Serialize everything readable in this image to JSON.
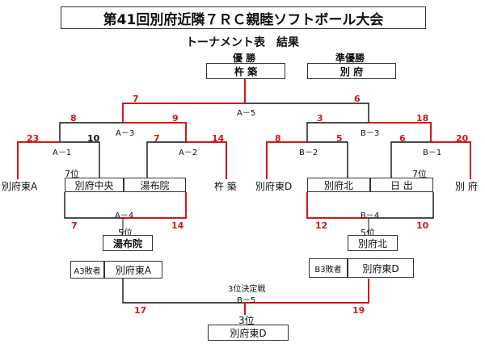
{
  "header": {
    "title": "第41回別府近隣７ＲＣ親睦ソフトボール大会",
    "subtitle": "トーナメント表　結果"
  },
  "results": {
    "winner_label": "優 勝",
    "winner": "杵 築",
    "runner_up_label": "準優勝",
    "runner_up": "別 府"
  },
  "teams": {
    "a1": "別府東A",
    "a2": "別府中央",
    "a3": "湯布院",
    "a4": "杵 築",
    "b1": "別府東D",
    "b2": "別府北",
    "b3": "日 出",
    "b4": "別 府"
  },
  "matches": {
    "a5": "A－5",
    "a3": "A－3",
    "a1": "A－1",
    "a2": "A－2",
    "a4": "A－4",
    "b3": "B－3",
    "b2": "B－2",
    "b1": "B－1",
    "b4": "B－4",
    "b5": "B－5",
    "third_title": "3位決定戦"
  },
  "scores": {
    "a5_left": "7",
    "a5_right": "6",
    "a3_left": "8",
    "a3_right": "9",
    "a1_left": "23",
    "a1_right": "10",
    "a2_left": "7",
    "a2_right": "14",
    "a4_left": "7",
    "a4_right": "14",
    "b3_left": "3",
    "b3_right": "18",
    "b2_left": "8",
    "b2_right": "5",
    "b1_left": "6",
    "b1_right": "20",
    "b4_left": "12",
    "b4_right": "10",
    "b5_left": "17",
    "b5_right": "19"
  },
  "placements": {
    "seventh_a": "7位",
    "seventh_b": "7位",
    "fifth_a_label": "5位",
    "fifth_a": "湯布院",
    "fifth_b_label": "5位",
    "fifth_b": "別府北",
    "a3_loser_label": "A3敗者",
    "a3_loser": "別府東A",
    "b3_loser_label": "B3敗者",
    "b3_loser": "別府東D",
    "third_label": "3位",
    "third": "別府東D"
  },
  "colors": {
    "winner_line": "#d01818",
    "line": "#111111"
  }
}
